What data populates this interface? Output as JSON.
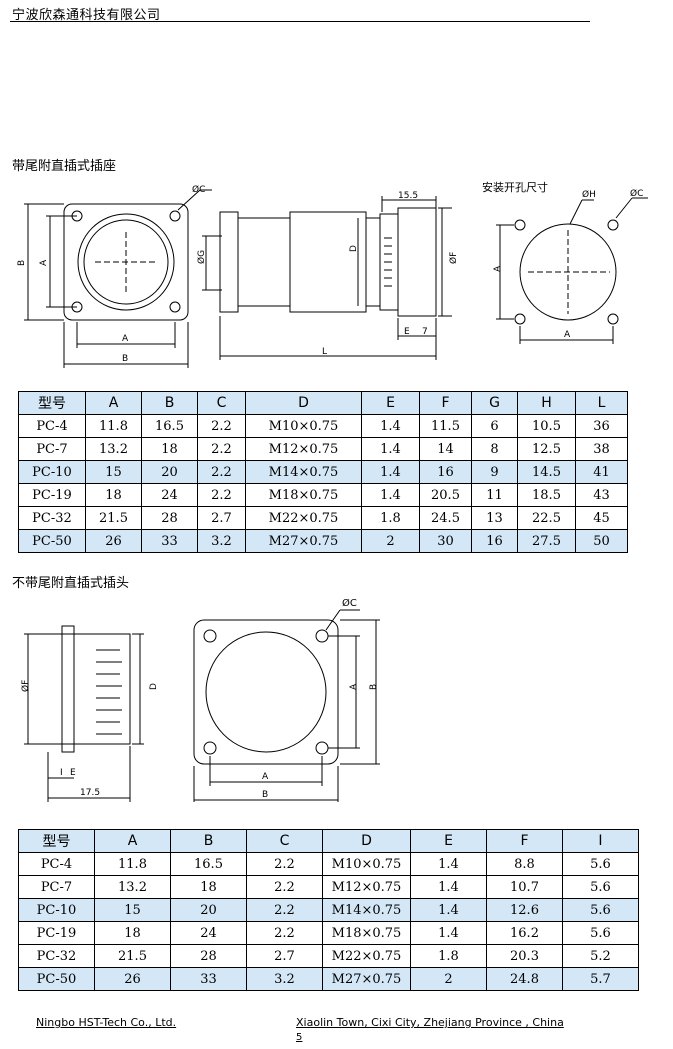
{
  "header": {
    "company": "宁波欣森通科技有限公司"
  },
  "section1": {
    "title": "带尾附直插式插座",
    "dims": {
      "oc": "ØC",
      "b": "B",
      "a": "A",
      "og": "ØG",
      "d": "D",
      "of": "ØF",
      "e": "E",
      "seven": "7",
      "l": "L",
      "fifteen5": "15.5",
      "cutout_title": "安装开孔尺寸",
      "oh": "ØH"
    },
    "table": {
      "headers": [
        "型号",
        "A",
        "B",
        "C",
        "D",
        "E",
        "F",
        "G",
        "H",
        "L"
      ],
      "rows": [
        [
          "PC-4",
          "11.8",
          "16.5",
          "2.2",
          "M10×0.75",
          "1.4",
          "11.5",
          "6",
          "10.5",
          "36"
        ],
        [
          "PC-7",
          "13.2",
          "18",
          "2.2",
          "M12×0.75",
          "1.4",
          "14",
          "8",
          "12.5",
          "38"
        ],
        [
          "PC-10",
          "15",
          "20",
          "2.2",
          "M14×0.75",
          "1.4",
          "16",
          "9",
          "14.5",
          "41"
        ],
        [
          "PC-19",
          "18",
          "24",
          "2.2",
          "M18×0.75",
          "1.4",
          "20.5",
          "11",
          "18.5",
          "43"
        ],
        [
          "PC-32",
          "21.5",
          "28",
          "2.7",
          "M22×0.75",
          "1.8",
          "24.5",
          "13",
          "22.5",
          "45"
        ],
        [
          "PC-50",
          "26",
          "33",
          "3.2",
          "M27×0.75",
          "2",
          "30",
          "16",
          "27.5",
          "50"
        ]
      ]
    }
  },
  "section2": {
    "title": "不带尾附直插式插头",
    "dims": {
      "oc": "ØC",
      "of": "ØF",
      "d": "D",
      "i": "I",
      "e": "E",
      "seventeen5": "17.5",
      "a": "A",
      "b": "B"
    },
    "table": {
      "headers": [
        "型号",
        "A",
        "B",
        "C",
        "D",
        "E",
        "F",
        "I"
      ],
      "rows": [
        [
          "PC-4",
          "11.8",
          "16.5",
          "2.2",
          "M10×0.75",
          "1.4",
          "8.8",
          "5.6"
        ],
        [
          "PC-7",
          "13.2",
          "18",
          "2.2",
          "M12×0.75",
          "1.4",
          "10.7",
          "5.6"
        ],
        [
          "PC-10",
          "15",
          "20",
          "2.2",
          "M14×0.75",
          "1.4",
          "12.6",
          "5.6"
        ],
        [
          "PC-19",
          "18",
          "24",
          "2.2",
          "M18×0.75",
          "1.4",
          "16.2",
          "5.6"
        ],
        [
          "PC-32",
          "21.5",
          "28",
          "2.7",
          "M22×0.75",
          "1.8",
          "20.3",
          "5.2"
        ],
        [
          "PC-50",
          "26",
          "33",
          "3.2",
          "M27×0.75",
          "2",
          "24.8",
          "5.7"
        ]
      ]
    }
  },
  "footer": {
    "company": "Ningbo HST-Tech Co., Ltd.",
    "address": "Xiaolin Town, Cixi City, Zhejiang Province , China",
    "page": "5"
  }
}
